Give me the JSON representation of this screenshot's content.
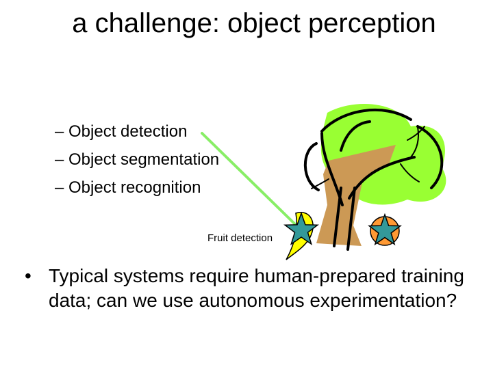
{
  "slide": {
    "title": "a challenge: object perception",
    "sub_bullets": [
      "– Object detection",
      "– Object segmentation",
      "– Object recognition"
    ],
    "fruit_caption": "Fruit detection",
    "main_bullet": {
      "marker": "•",
      "text": "Typical systems require human-prepared training data; can we use autonomous experimentation?"
    }
  },
  "colors": {
    "tree_foliage": "#99ff33",
    "tree_trunk": "#cc9955",
    "pointer_line": "#88ee66",
    "star_marker": "#339999",
    "banana_fruit": "#ffff00",
    "orange_fruit": "#ff9933",
    "text": "#000000"
  },
  "icons": {
    "tree": "tree-illustration",
    "star": "star-icon"
  }
}
